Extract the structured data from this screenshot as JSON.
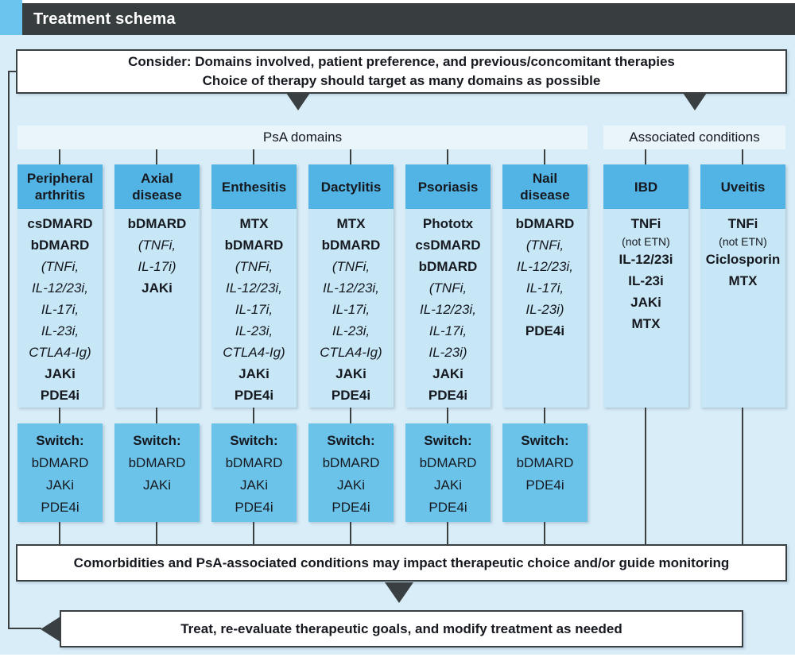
{
  "title_bar": {
    "title": "Treatment schema"
  },
  "consider_box": {
    "line1": "Consider: Domains involved, patient preference, and previous/concomitant therapies",
    "line2": "Choice of therapy should target as many domains as possible"
  },
  "section_bands": {
    "psa": "PsA domains",
    "associated": "Associated conditions"
  },
  "columns": [
    {
      "header": "Peripheral\narthritis",
      "treatments": [
        {
          "text": "csDMARD",
          "style": "bold"
        },
        {
          "text": "bDMARD",
          "style": "bold"
        },
        {
          "text": "(TNFi,",
          "style": "italic"
        },
        {
          "text": "IL-12/23i,",
          "style": "italic"
        },
        {
          "text": "IL-17i,",
          "style": "italic"
        },
        {
          "text": "IL-23i,",
          "style": "italic"
        },
        {
          "text": "CTLA4-Ig)",
          "style": "italic"
        },
        {
          "text": "JAKi",
          "style": "bold"
        },
        {
          "text": "PDE4i",
          "style": "bold"
        }
      ],
      "switch": {
        "label": "Switch:",
        "items": [
          "bDMARD",
          "JAKi",
          "PDE4i"
        ]
      }
    },
    {
      "header": "Axial\ndisease",
      "treatments": [
        {
          "text": "bDMARD",
          "style": "bold"
        },
        {
          "text": "(TNFi,",
          "style": "italic"
        },
        {
          "text": "IL-17i)",
          "style": "italic"
        },
        {
          "text": "JAKi",
          "style": "bold"
        }
      ],
      "switch": {
        "label": "Switch:",
        "items": [
          "bDMARD",
          "JAKi"
        ]
      }
    },
    {
      "header": "Enthesitis",
      "treatments": [
        {
          "text": "MTX",
          "style": "bold"
        },
        {
          "text": "bDMARD",
          "style": "bold"
        },
        {
          "text": "(TNFi,",
          "style": "italic"
        },
        {
          "text": "IL-12/23i,",
          "style": "italic"
        },
        {
          "text": "IL-17i,",
          "style": "italic"
        },
        {
          "text": "IL-23i,",
          "style": "italic"
        },
        {
          "text": "CTLA4-Ig)",
          "style": "italic"
        },
        {
          "text": "JAKi",
          "style": "bold"
        },
        {
          "text": "PDE4i",
          "style": "bold"
        }
      ],
      "switch": {
        "label": "Switch:",
        "items": [
          "bDMARD",
          "JAKi",
          "PDE4i"
        ]
      }
    },
    {
      "header": "Dactylitis",
      "treatments": [
        {
          "text": "MTX",
          "style": "bold"
        },
        {
          "text": "bDMARD",
          "style": "bold"
        },
        {
          "text": "(TNFi,",
          "style": "italic"
        },
        {
          "text": "IL-12/23i,",
          "style": "italic"
        },
        {
          "text": "IL-17i,",
          "style": "italic"
        },
        {
          "text": "IL-23i,",
          "style": "italic"
        },
        {
          "text": "CTLA4-Ig)",
          "style": "italic"
        },
        {
          "text": "JAKi",
          "style": "bold"
        },
        {
          "text": "PDE4i",
          "style": "bold"
        }
      ],
      "switch": {
        "label": "Switch:",
        "items": [
          "bDMARD",
          "JAKi",
          "PDE4i"
        ]
      }
    },
    {
      "header": "Psoriasis",
      "treatments": [
        {
          "text": "Phototx",
          "style": "bold"
        },
        {
          "text": "csDMARD",
          "style": "bold"
        },
        {
          "text": "bDMARD",
          "style": "bold"
        },
        {
          "text": "(TNFi,",
          "style": "italic"
        },
        {
          "text": "IL-12/23i,",
          "style": "italic"
        },
        {
          "text": "IL-17i,",
          "style": "italic"
        },
        {
          "text": "IL-23i)",
          "style": "italic"
        },
        {
          "text": "JAKi",
          "style": "bold"
        },
        {
          "text": "PDE4i",
          "style": "bold"
        }
      ],
      "switch": {
        "label": "Switch:",
        "items": [
          "bDMARD",
          "JAKi",
          "PDE4i"
        ]
      }
    },
    {
      "header": "Nail\ndisease",
      "treatments": [
        {
          "text": "bDMARD",
          "style": "bold"
        },
        {
          "text": "(TNFi,",
          "style": "italic"
        },
        {
          "text": "IL-12/23i,",
          "style": "italic"
        },
        {
          "text": "IL-17i,",
          "style": "italic"
        },
        {
          "text": "IL-23i)",
          "style": "italic"
        },
        {
          "text": "PDE4i",
          "style": "bold"
        }
      ],
      "switch": {
        "label": "Switch:",
        "items": [
          "bDMARD",
          "PDE4i"
        ]
      }
    },
    {
      "header": "IBD",
      "treatments": [
        {
          "text": "TNFi",
          "style": "bold"
        },
        {
          "text": "(not ETN)",
          "style": "small"
        },
        {
          "text": "IL-12/23i",
          "style": "bold"
        },
        {
          "text": "IL-23i",
          "style": "bold"
        },
        {
          "text": "JAKi",
          "style": "bold"
        },
        {
          "text": "MTX",
          "style": "bold"
        }
      ],
      "switch": null
    },
    {
      "header": "Uveitis",
      "treatments": [
        {
          "text": "TNFi",
          "style": "bold"
        },
        {
          "text": "(not ETN)",
          "style": "small"
        },
        {
          "text": "Ciclosporin",
          "style": "bold"
        },
        {
          "text": "MTX",
          "style": "bold"
        }
      ],
      "switch": null
    }
  ],
  "comorbidities_box": {
    "text": "Comorbidities and PsA-associated conditions may impact therapeutic choice and/or guide monitoring"
  },
  "treat_box": {
    "text": "Treat, re-evaluate therapeutic goals, and modify treatment as needed"
  },
  "colors": {
    "background": "#d9edf8",
    "title_bar": "#383d40",
    "title_accent": "#6ac4ed",
    "section_band": "#e9f4fb",
    "column_header": "#52b4e5",
    "column_body": "#c7e6f6",
    "switch_box": "#6cc3ea",
    "line": "#3a3f41",
    "text": "#16191f"
  }
}
